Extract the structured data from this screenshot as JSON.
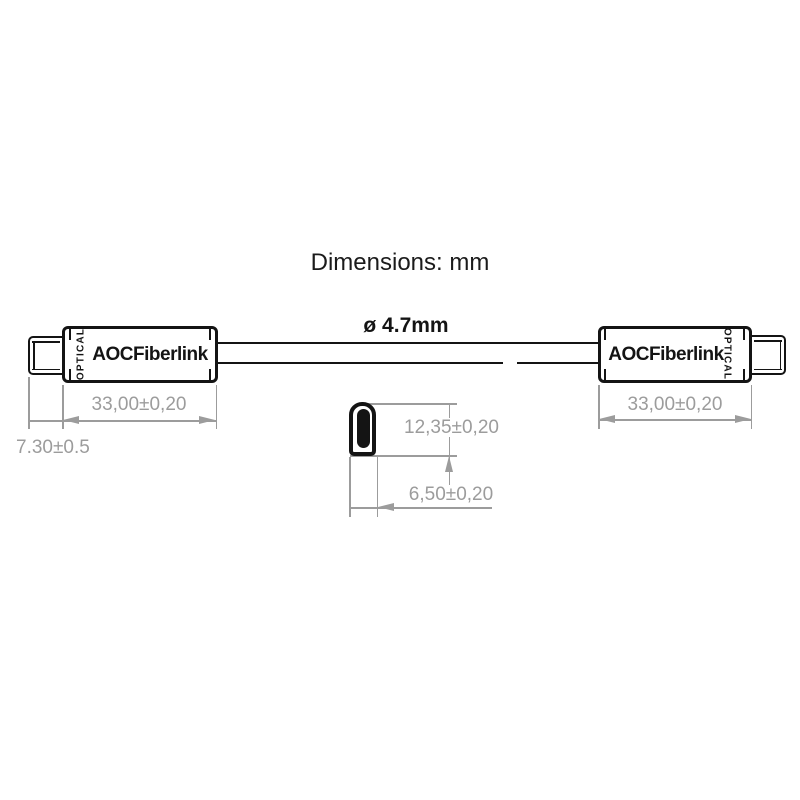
{
  "title": "Dimensions: mm",
  "cable": {
    "diameter_label": "ø 4.7mm"
  },
  "connector_left": {
    "brand": "AOCFiberlink",
    "marking": "OPTICAL",
    "body_length_dim": "33,00±0,20",
    "plug_length_dim": "7.30±0.5"
  },
  "connector_right": {
    "brand": "AOCFiberlink",
    "marking": "OPTICAL",
    "body_length_dim": "33,00±0,20"
  },
  "cross_section": {
    "width_dim": "12,35±0,20",
    "thickness_dim": "6,50±0,20"
  },
  "colors": {
    "outline": "#141414",
    "dimension": "#9c9c9c",
    "background": "#ffffff"
  }
}
